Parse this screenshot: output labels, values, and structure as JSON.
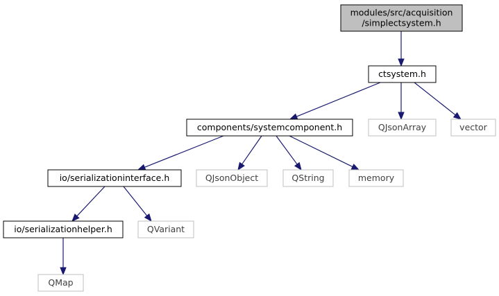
{
  "nodes": [
    {
      "id": "root",
      "lines": [
        "modules/src/acquisition",
        "/simplectsystem.h"
      ],
      "kind": "root"
    },
    {
      "id": "ctsystem",
      "lines": [
        "ctsystem.h"
      ],
      "kind": "local"
    },
    {
      "id": "systemcomponent",
      "lines": [
        "components/systemcomponent.h"
      ],
      "kind": "local"
    },
    {
      "id": "qjsonarray",
      "lines": [
        "QJsonArray"
      ],
      "kind": "external"
    },
    {
      "id": "vector",
      "lines": [
        "vector"
      ],
      "kind": "external"
    },
    {
      "id": "serializationinterface",
      "lines": [
        "io/serializationinterface.h"
      ],
      "kind": "local"
    },
    {
      "id": "qjsonobject",
      "lines": [
        "QJsonObject"
      ],
      "kind": "external"
    },
    {
      "id": "qstring",
      "lines": [
        "QString"
      ],
      "kind": "external"
    },
    {
      "id": "memory",
      "lines": [
        "memory"
      ],
      "kind": "external"
    },
    {
      "id": "serializationhelper",
      "lines": [
        "io/serializationhelper.h"
      ],
      "kind": "local"
    },
    {
      "id": "qvariant",
      "lines": [
        "QVariant"
      ],
      "kind": "external"
    },
    {
      "id": "qmap",
      "lines": [
        "QMap"
      ],
      "kind": "external"
    }
  ],
  "edges": [
    {
      "from": "root",
      "to": "ctsystem"
    },
    {
      "from": "ctsystem",
      "to": "systemcomponent"
    },
    {
      "from": "ctsystem",
      "to": "qjsonarray"
    },
    {
      "from": "ctsystem",
      "to": "vector"
    },
    {
      "from": "systemcomponent",
      "to": "serializationinterface"
    },
    {
      "from": "systemcomponent",
      "to": "qjsonobject"
    },
    {
      "from": "systemcomponent",
      "to": "qstring"
    },
    {
      "from": "systemcomponent",
      "to": "memory"
    },
    {
      "from": "serializationinterface",
      "to": "serializationhelper"
    },
    {
      "from": "serializationinterface",
      "to": "qvariant"
    },
    {
      "from": "serializationhelper",
      "to": "qmap"
    }
  ],
  "colors": {
    "root_fill": "#bfbfbf",
    "node_border": "#000000",
    "external_border": "#bfbfbf",
    "external_text": "#404040",
    "edge": "#191970"
  }
}
